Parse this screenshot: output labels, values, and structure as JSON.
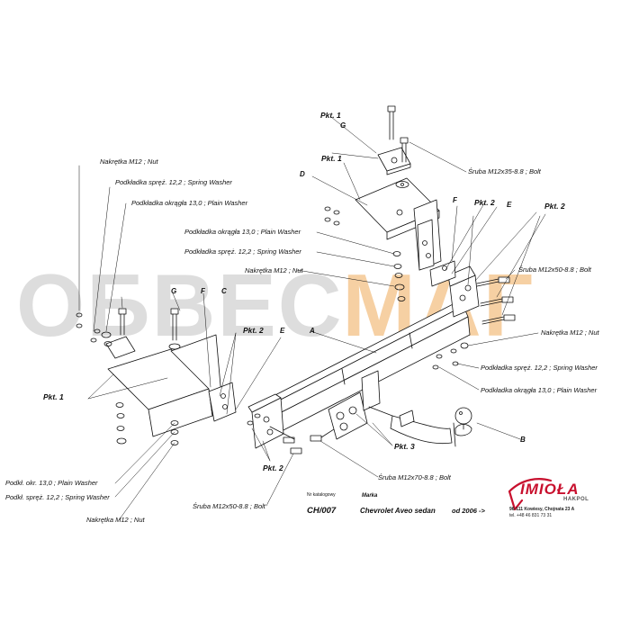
{
  "watermark": {
    "part1": "ОБВЕС",
    "part2": "МАГ"
  },
  "labels": {
    "nut_top_left": "Nakrętka  M12 ; Nut",
    "spring_washer_top_left": "Podkładka spręż. 12,2 ; Spring Washer",
    "plain_washer_top_left": "Podkładka okrągła 13,0 ; Plain Washer",
    "plain_washer_mid": "Podkładka okrągła 13,0 ; Plain Washer",
    "spring_washer_mid": "Podkładka spręż. 12,2 ; Spring Washer",
    "nut_mid": "Nakrętka  M12 ; Nut",
    "bolt_m12x35": "Śruba M12x35-8.8 ; Bolt",
    "bolt_m12x50_right": "Śruba M12x50-8.8 ; Bolt",
    "nut_right": "Nakrętka  M12 ; Nut",
    "spring_washer_right": "Podkładka spręż. 12,2 ; Spring Washer",
    "plain_washer_right": "Podkładka okrągła 13,0 ; Plain Washer",
    "plain_washer_bottom_left": "Podkł. okr. 13,0 ; Plain Washer",
    "spring_washer_bottom_left": "Podkł. spręż. 12,2 ; Spring Washer",
    "nut_bottom_left": "Nakrętka  M12 ; Nut",
    "bolt_m12x50_bottom": "Śruba M12x50-8.8 ;  Bolt",
    "bolt_m12x70": "Śruba M12x70-8.8 ;  Bolt"
  },
  "pkt": {
    "p1_top_a": "Pkt. 1",
    "p1_top_b": "Pkt. 1",
    "p2_top": "Pkt. 2",
    "p2_right": "Pkt. 2",
    "p1_left": "Pkt. 1",
    "p2_left": "Pkt. 2",
    "p2_bottom": "Pkt. 2",
    "p3": "Pkt. 3"
  },
  "letters": {
    "g_top": "G",
    "d": "D",
    "f_top": "F",
    "e_top": "E",
    "a": "A",
    "g_left": "G",
    "f_left": "F",
    "c": "C",
    "e_left": "E",
    "b": "B"
  },
  "title_block": {
    "catalog_label": "Nr katalogowy",
    "catalog_no": "CH/007",
    "make_label": "Marka",
    "vehicle": "Chevrolet Aveo sedan",
    "year": "od 2006 ->"
  },
  "brand": {
    "name": "IMIOŁA",
    "sub": "HAKPOL",
    "address1": "96-111 Kowiesy, Chojnata 23 A",
    "address2": "tel. +48 46 831 73 31"
  },
  "colors": {
    "line": "#111111",
    "brand": "#c8102e",
    "watermark_grey": "#aaaaaa",
    "watermark_orange": "#eb9632"
  }
}
